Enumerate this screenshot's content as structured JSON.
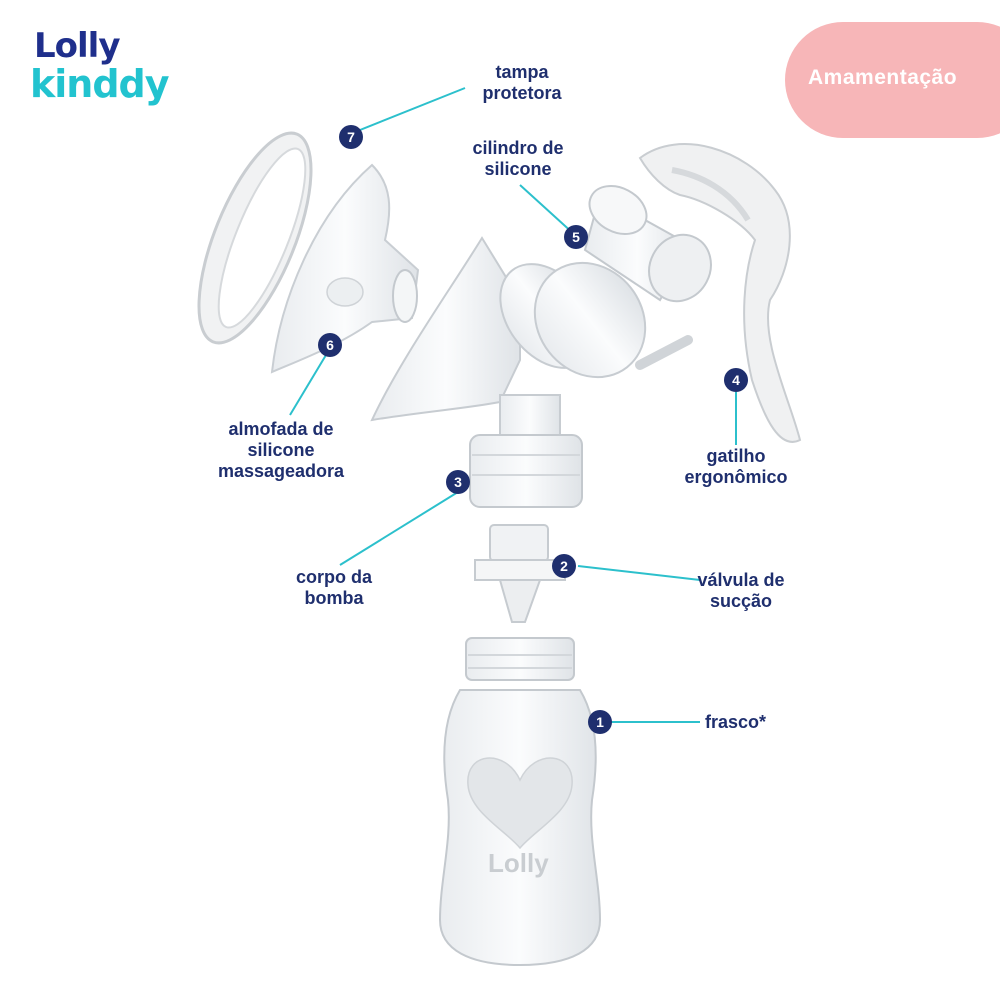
{
  "brand": {
    "line1": "Lolly",
    "line2": "kinddy"
  },
  "category": "Amamentação",
  "colors": {
    "navy": "#1f2f6e",
    "teal": "#22c3cf",
    "pink": "#f7b6b8"
  },
  "parts": [
    {
      "number": "1",
      "label": "frasco*"
    },
    {
      "number": "2",
      "label": "válvula de sucção"
    },
    {
      "number": "3",
      "label": "corpo da bomba"
    },
    {
      "number": "4",
      "label": "gatilho ergonômico"
    },
    {
      "number": "5",
      "label": "cilindro de silicone"
    },
    {
      "number": "6",
      "label": "almofada de silicone massageadora"
    },
    {
      "number": "7",
      "label": "tampa protetora"
    }
  ],
  "bottle_print": "Lolly"
}
